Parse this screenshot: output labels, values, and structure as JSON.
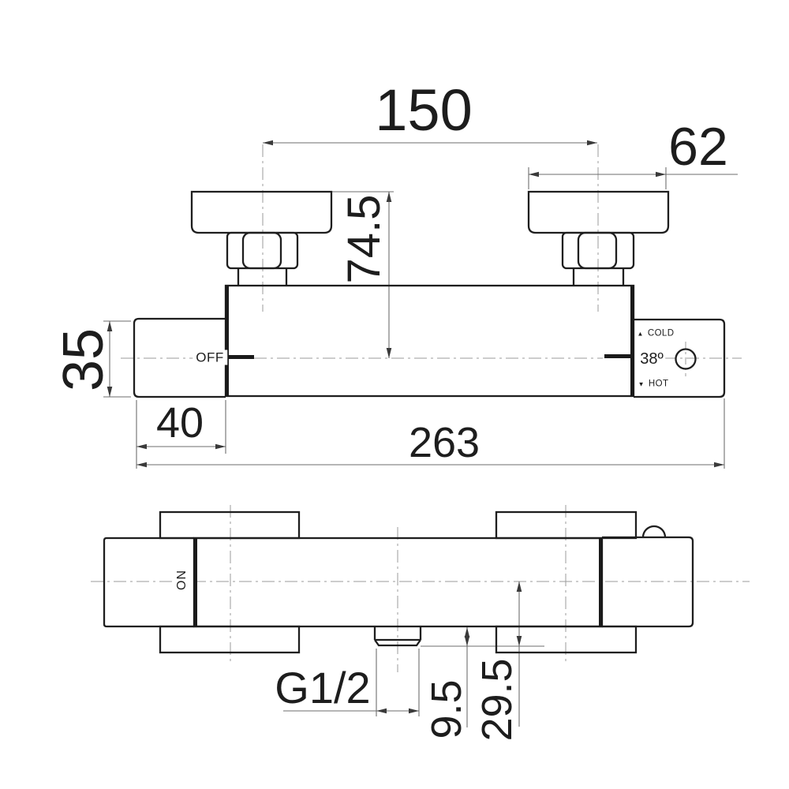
{
  "title": "Thermostatic bar shower mixer - dimensioned technical drawing",
  "front_view": {
    "dimensions": {
      "handle_spacing": "150",
      "handle_width": "62",
      "handle_center_height": "74.5",
      "body_height": "35",
      "end_cap_length": "40",
      "overall_length": "263"
    },
    "labels": {
      "off": "OFF",
      "temperature": "38º",
      "cold": "COLD",
      "hot": "HOT"
    },
    "icons": {
      "cold_arrow": "▲",
      "hot_arrow": "▼"
    }
  },
  "plan_view": {
    "dimensions": {
      "outlet_thread": "G1/2",
      "outlet_projection": "9.5",
      "center_to_outlet_end": "29.5"
    },
    "labels": {
      "on": "ON"
    }
  },
  "colors": {
    "object_line": "#1e1e1e",
    "dimension_line": "#6e6e6e",
    "centerline": "#9b9b9b",
    "background": "#ffffff"
  }
}
